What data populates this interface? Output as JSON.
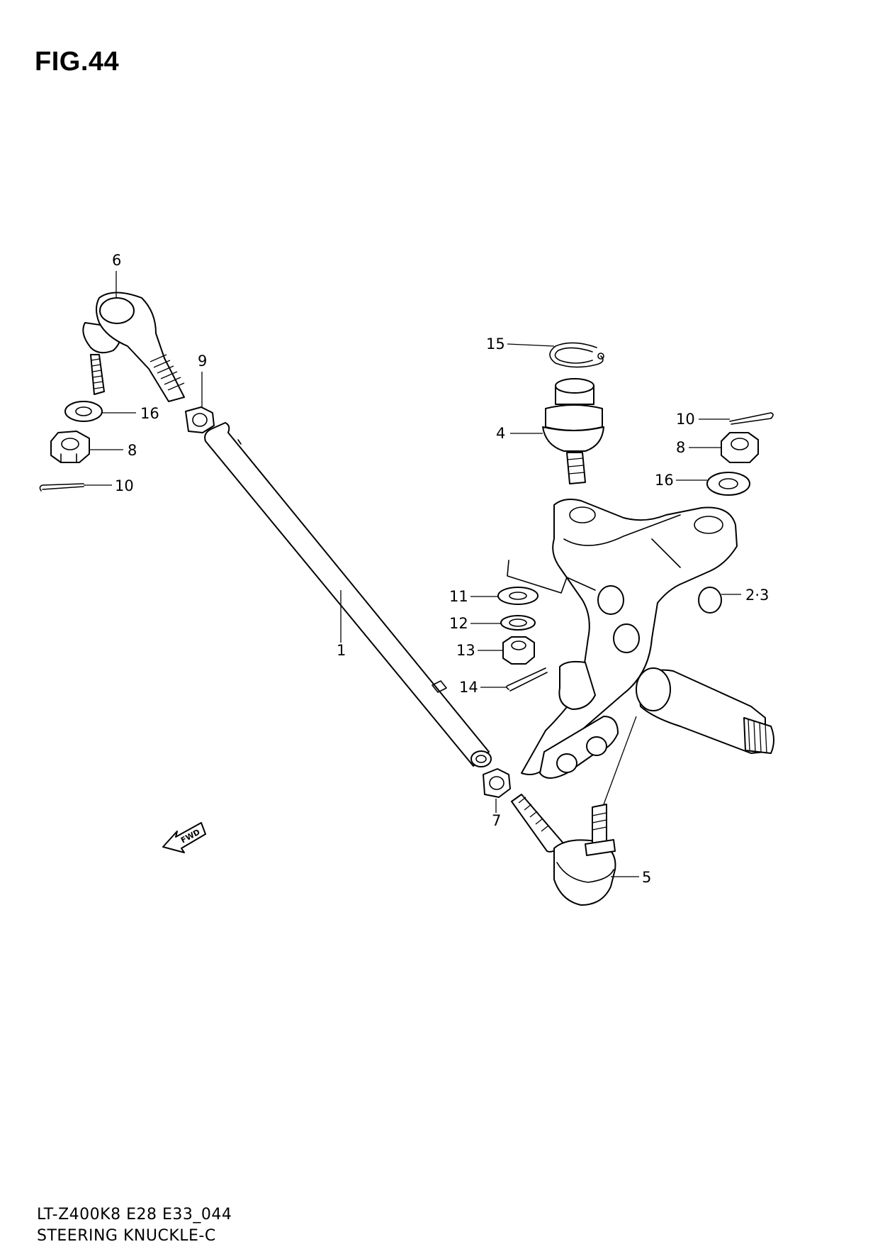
{
  "figure": {
    "title": "FIG.44",
    "model_code": "LT-Z400K8 E28 E33_044",
    "section_name": "STEERING KNUCKLE-C",
    "fwd_label": "FWD"
  },
  "callouts": [
    {
      "id": "c6",
      "label": "6"
    },
    {
      "id": "c9",
      "label": "9"
    },
    {
      "id": "c16a",
      "label": "16"
    },
    {
      "id": "c8a",
      "label": "8"
    },
    {
      "id": "c10a",
      "label": "10"
    },
    {
      "id": "c1",
      "label": "1"
    },
    {
      "id": "c15",
      "label": "15"
    },
    {
      "id": "c4",
      "label": "4"
    },
    {
      "id": "c10b",
      "label": "10"
    },
    {
      "id": "c8b",
      "label": "8"
    },
    {
      "id": "c16b",
      "label": "16"
    },
    {
      "id": "c23",
      "label": "2·3"
    },
    {
      "id": "c11",
      "label": "11"
    },
    {
      "id": "c12",
      "label": "12"
    },
    {
      "id": "c13",
      "label": "13"
    },
    {
      "id": "c14",
      "label": "14"
    },
    {
      "id": "c7",
      "label": "7"
    },
    {
      "id": "c5",
      "label": "5"
    }
  ]
}
